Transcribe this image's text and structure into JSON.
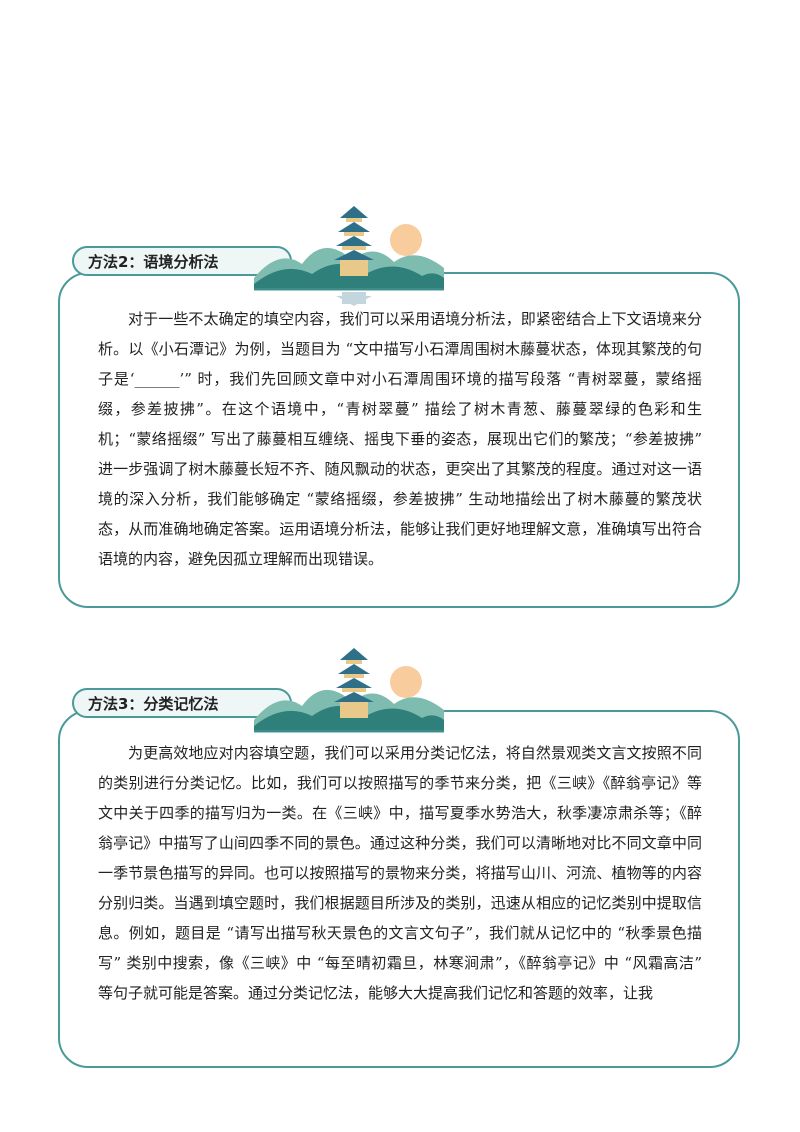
{
  "sections": [
    {
      "title": "方法2：语境分析法",
      "body": "对于一些不太确定的填空内容，我们可以采用语境分析法，即紧密结合上下文语境来分析。以《小石潭记》为例，当题目为 “文中描写小石潭周围树木藤蔓状态，体现其繁茂的句子是‘______’” 时，我们先回顾文章中对小石潭周围环境的描写段落 “青树翠蔓，蒙络摇缀，参差披拂”。在这个语境中，“青树翠蔓” 描绘了树木青葱、藤蔓翠绿的色彩和生机；“蒙络摇缀” 写出了藤蔓相互缠绕、摇曳下垂的姿态，展现出它们的繁茂；“参差披拂” 进一步强调了树木藤蔓长短不齐、随风飘动的状态，更突出了其繁茂的程度。通过对这一语境的深入分析，我们能够确定 “蒙络摇缀，参差披拂” 生动地描绘出了树木藤蔓的繁茂状态，从而准确地确定答案。运用语境分析法，能够让我们更好地理解文意，准确填写出符合语境的内容，避免因孤立理解而出现错误。"
    },
    {
      "title": "方法3：分类记忆法",
      "body": "为更高效地应对内容填空题，我们可以采用分类记忆法，将自然景观类文言文按照不同的类别进行分类记忆。比如，我们可以按照描写的季节来分类，把《三峡》《醉翁亭记》等文中关于四季的描写归为一类。在《三峡》中，描写夏季水势浩大，秋季凄凉肃杀等；《醉翁亭记》中描写了山间四季不同的景色。通过这种分类，我们可以清晰地对比不同文章中同一季节景色描写的异同。也可以按照描写的景物来分类，将描写山川、河流、植物等的内容分别归类。当遇到填空题时，我们根据题目所涉及的类别，迅速从相应的记忆类别中提取信息。例如，题目是 “请写出描写秋天景色的文言文句子”，我们就从记忆中的 “秋季景色描写” 类别中搜索，像《三峡》中 “每至晴初霜旦，林寒涧肃”，《醉翁亭记》中 “风霜高洁” 等句子就可能是答案。通过分类记忆法，能够大大提高我们记忆和答题的效率，让我"
    }
  ],
  "colors": {
    "border": "#4a9a9a",
    "tab_bg": "#eef6f6",
    "mountain_dark": "#2f7f7a",
    "mountain_light": "#7fbcb0",
    "sun": "#f2a24a",
    "tower_roof": "#2f6f88",
    "tower_body": "#e8c98a"
  }
}
